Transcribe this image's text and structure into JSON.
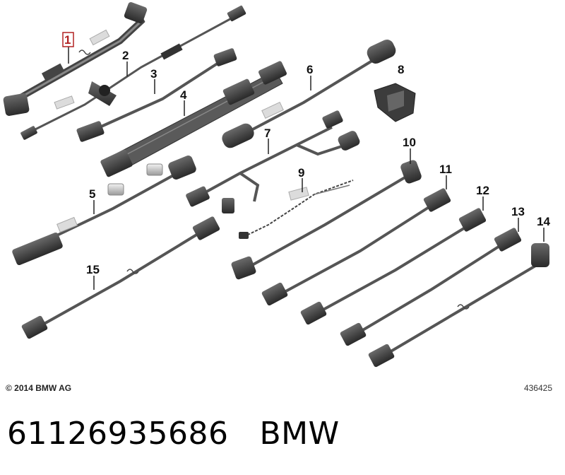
{
  "diagram": {
    "highlighted_part": "1",
    "callouts": [
      "1",
      "2",
      "3",
      "4",
      "5",
      "6",
      "7",
      "8",
      "9",
      "10",
      "11",
      "12",
      "13",
      "14",
      "15"
    ]
  },
  "copyright": "© 2014 BMW AG",
  "drawing_number": "436425",
  "footer": {
    "part_number": "61126935686",
    "brand": "BMW"
  },
  "colors": {
    "cable": "#555555",
    "connector": "#3a3a3a",
    "tape": "#d8d8d8",
    "highlight": "#b22222"
  }
}
